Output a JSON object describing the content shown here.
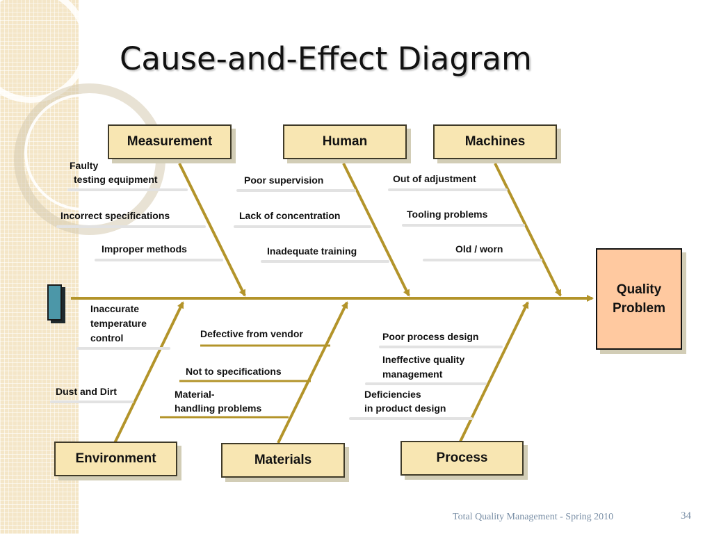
{
  "title": "Cause-and-Effect Diagram",
  "effect": {
    "line1": "Quality",
    "line2": "Problem"
  },
  "categories": {
    "measurement": "Measurement",
    "human": "Human",
    "machines": "Machines",
    "environment": "Environment",
    "materials": "Materials",
    "process": "Process"
  },
  "causes": {
    "measurement": {
      "faulty_line1": "Faulty",
      "faulty_line2": "testing equipment",
      "incorrect_specs": "Incorrect specifications",
      "improper_methods": "Improper methods"
    },
    "human": {
      "poor_supervision": "Poor supervision",
      "lack_concentration": "Lack of concentration",
      "inadequate_training": "Inadequate training"
    },
    "machines": {
      "out_of_adjustment": "Out of adjustment",
      "tooling_problems": "Tooling problems",
      "old_worn": "Old / worn"
    },
    "environment": {
      "inaccurate_line1": "Inaccurate",
      "inaccurate_line2": "temperature",
      "inaccurate_line3": "control",
      "dust_dirt": "Dust and Dirt"
    },
    "materials": {
      "defective_vendor": "Defective from vendor",
      "not_to_specs": "Not to specifications",
      "handling_line1": "Material-",
      "handling_line2": "handling problems"
    },
    "process": {
      "poor_design": "Poor process design",
      "ineffective_line1": "Ineffective quality",
      "ineffective_line2": "management",
      "deficiencies_line1": "Deficiencies",
      "deficiencies_line2": "in product design"
    }
  },
  "footer": "Total Quality Management - Spring 2010",
  "page_number": "34",
  "colors": {
    "arrow": "#b3942a",
    "category_fill": "#f8e6b2",
    "effect_fill": "#ffc9a0",
    "tail_block": "#4c97a8"
  }
}
